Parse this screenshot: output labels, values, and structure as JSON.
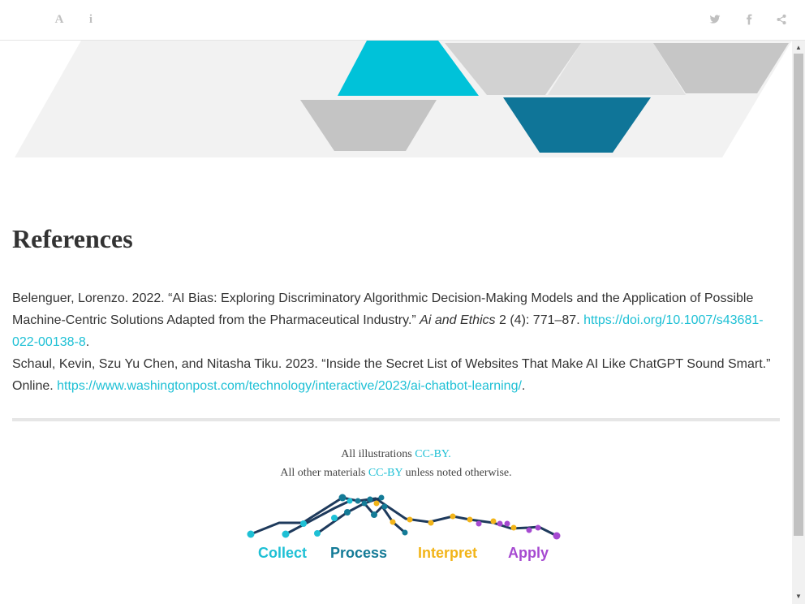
{
  "toolbar": {
    "icons": [
      "font-icon",
      "info-icon",
      "twitter-icon",
      "facebook-icon",
      "share-icon"
    ],
    "font_glyph": "A",
    "info_glyph": "i"
  },
  "references": {
    "heading": "References",
    "entries": [
      {
        "text_before": "Belenguer, Lorenzo. 2022. “AI Bias: Exploring Discriminatory Algorithmic Decision-Making Models and the Application of Possible Machine-Centric Solutions Adapted from the Pharmaceutical Industry.” ",
        "journal": "Ai and Ethics",
        "text_after": " 2 (4): 771–87. ",
        "link": "https://doi.org/10.1007/s43681-022-00138-8",
        "trailing": "."
      },
      {
        "text_before": "Schaul, Kevin, Szu Yu Chen, and Nitasha Tiku. 2023. “Inside the Secret List of Websites That Make AI Like ChatGPT Sound Smart.” Online. ",
        "link": "https://www.washingtonpost.com/technology/interactive/2023/ai-chatbot-learning/",
        "trailing": "."
      }
    ]
  },
  "footer": {
    "line1_prefix": "All illustrations ",
    "line1_link": "CC-BY.",
    "line2_prefix": "All other materials ",
    "line2_link": "CC-BY",
    "line2_suffix": " unless noted otherwise."
  },
  "logo": {
    "labels": [
      "Collect",
      "Process",
      "Interpret",
      "Apply"
    ],
    "colors": {
      "collect": "#1ec0d5",
      "process": "#147b97",
      "interpret": "#f2b418",
      "apply": "#a64ad1",
      "line": "#1e3a5c"
    }
  },
  "colors": {
    "accent": "#1ec0d5",
    "hero_cyan": "#00c2d9",
    "hero_teal": "#0f7598",
    "hero_gray": "#c8c8c8",
    "hero_light": "#f2f2f2"
  }
}
